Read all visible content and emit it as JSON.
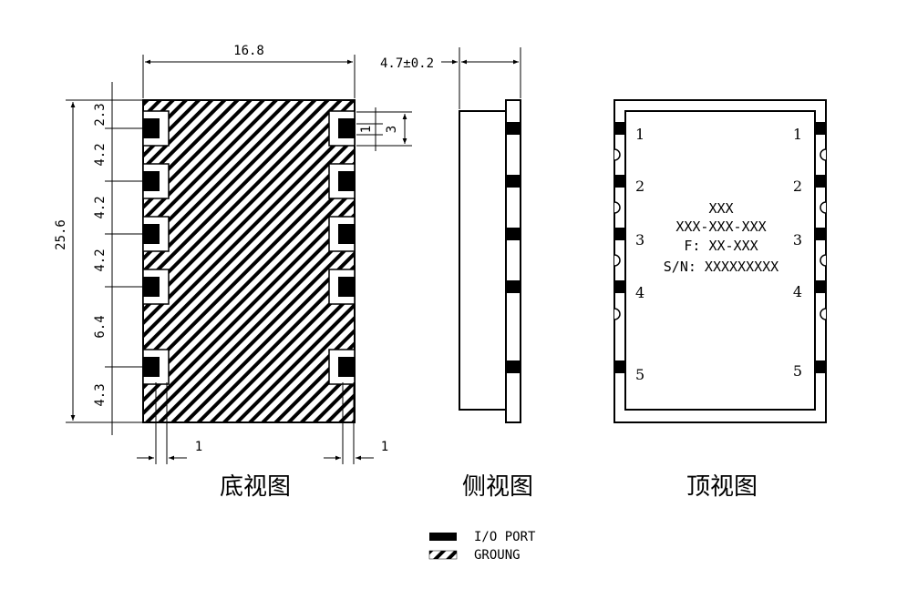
{
  "bottom_view": {
    "title": "底视图",
    "width": "16.8",
    "height": "25.6",
    "pitches": [
      "2.3",
      "4.2",
      "4.2",
      "4.2",
      "6.4",
      "4.3"
    ],
    "pad_size_inner": "1",
    "pad_size_outer": "3",
    "pad_width_left": "1",
    "pad_width_right": "1"
  },
  "side_view": {
    "title": "侧视图",
    "thickness": "4.7±0.2"
  },
  "top_view": {
    "title": "顶视图",
    "pins_left": [
      "1",
      "2",
      "3",
      "4",
      "5"
    ],
    "pins_right": [
      "1",
      "2",
      "3",
      "4",
      "5"
    ],
    "marking": [
      "XXX",
      "XXX-XXX-XXX",
      "F: XX-XXX",
      "S/N: XXXXXXXXX"
    ]
  },
  "legend": [
    {
      "label": "I/O  PORT",
      "fill": "#000000"
    },
    {
      "label": "GROUNG",
      "fill": "hatch"
    }
  ]
}
